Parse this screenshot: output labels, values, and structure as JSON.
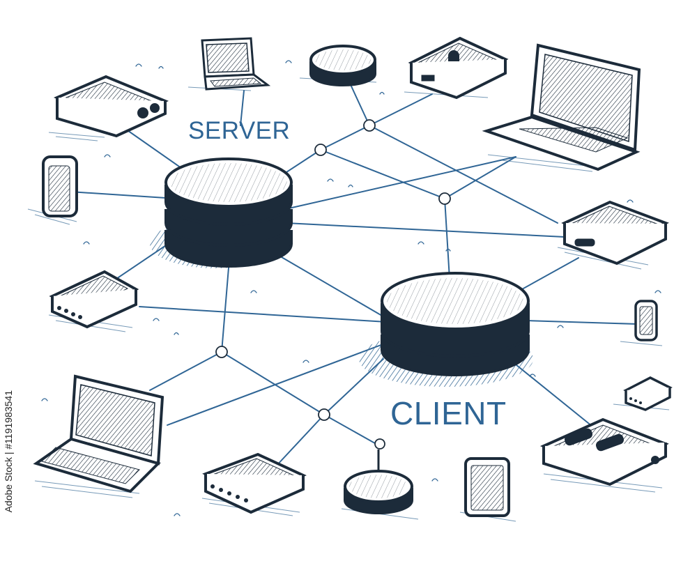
{
  "labels": {
    "server": "SERVER",
    "client": "CLIENT"
  },
  "watermark": "Adobe Stock | #1191983541",
  "colors": {
    "ink": "#1c2b3a",
    "link": "#2f6595",
    "hatch": "#3d6f99",
    "background": "#ffffff"
  },
  "nodes": [
    {
      "name": "server-database",
      "kind": "database"
    },
    {
      "name": "client-database",
      "kind": "database"
    },
    {
      "name": "laptop",
      "kind": "laptop"
    },
    {
      "name": "laptop",
      "kind": "laptop"
    },
    {
      "name": "laptop",
      "kind": "laptop"
    },
    {
      "name": "router",
      "kind": "router"
    },
    {
      "name": "router",
      "kind": "router"
    },
    {
      "name": "network-switch",
      "kind": "switch"
    },
    {
      "name": "network-switch",
      "kind": "switch"
    },
    {
      "name": "network-switch",
      "kind": "switch"
    },
    {
      "name": "external-drive",
      "kind": "drive"
    },
    {
      "name": "external-drive",
      "kind": "drive"
    },
    {
      "name": "hard-drive",
      "kind": "drive"
    },
    {
      "name": "disc-hub",
      "kind": "hub"
    },
    {
      "name": "disc-hub",
      "kind": "hub"
    },
    {
      "name": "usb-stick",
      "kind": "stick"
    },
    {
      "name": "usb-stick",
      "kind": "stick"
    },
    {
      "name": "small-box",
      "kind": "box"
    },
    {
      "name": "small-box",
      "kind": "box"
    }
  ]
}
